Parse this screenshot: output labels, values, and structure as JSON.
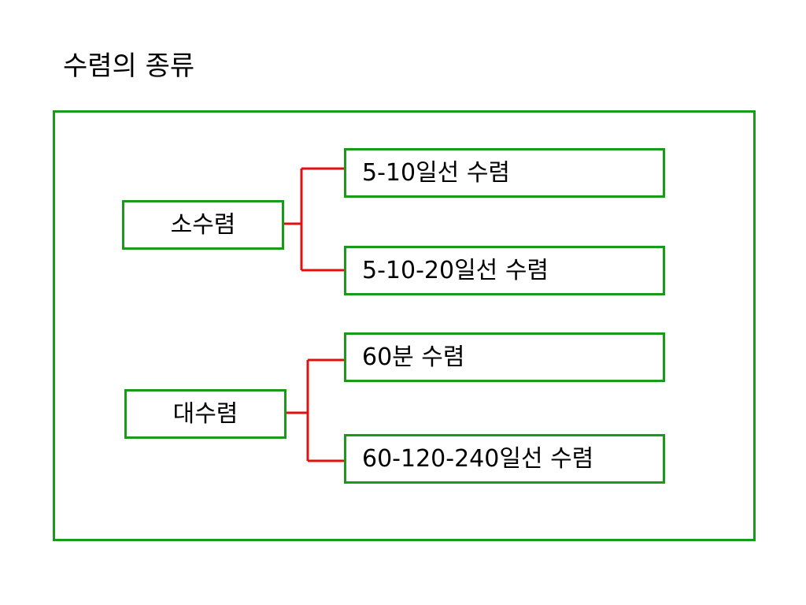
{
  "title": "수렴의 종류",
  "groups": [
    {
      "label": "소수렴",
      "items": [
        "5-10일선 수렴",
        "5-10-20일선 수렴"
      ]
    },
    {
      "label": "대수렴",
      "items": [
        "60분 수렴",
        "60-120-240일선 수렴"
      ]
    }
  ],
  "colors": {
    "box_border": "#1a9a1a",
    "connector": "#e01010"
  }
}
